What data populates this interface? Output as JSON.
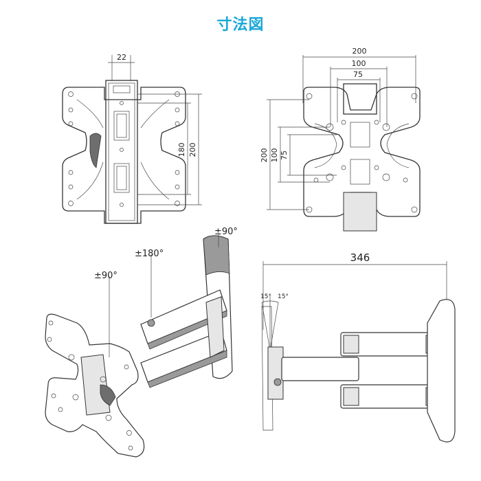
{
  "title": "寸法図",
  "front_view": {
    "dim_width": "22",
    "dim_180": "180",
    "dim_200": "200"
  },
  "rear_view": {
    "dim_200_h": "200",
    "dim_100_h": "100",
    "dim_75_h": "75",
    "dim_200_v": "200",
    "dim_100_v": "100",
    "dim_75_v": "75"
  },
  "rotation_view": {
    "tilt": "±90°",
    "swivel": "±180°",
    "wall_swivel": "±90°"
  },
  "side_view": {
    "depth": "346",
    "tilt_up": "15°",
    "tilt_down": "15°"
  }
}
